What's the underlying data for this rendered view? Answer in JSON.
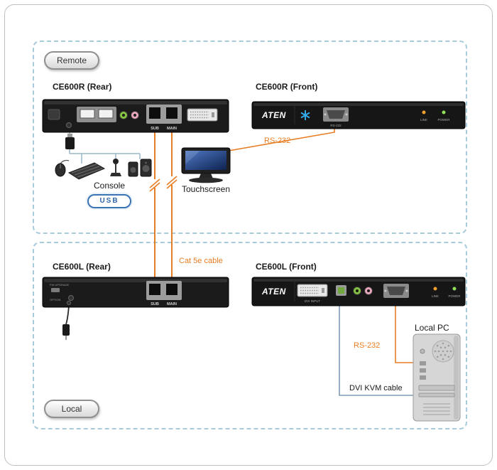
{
  "badges": {
    "remote": "Remote",
    "local": "Local",
    "usb": "USB"
  },
  "remote_section": {
    "rear_title": "CE600R (Rear)",
    "front_title": "CE600R (Front)",
    "console_label": "Console",
    "touchscreen_label": "Touchscreen",
    "rs232_label": "RS-232"
  },
  "local_section": {
    "rear_title": "CE600L (Rear)",
    "front_title": "CE600L (Front)",
    "rs232_label": "RS-232",
    "pc_label": "Local PC",
    "dvi_cable_label": "DVI KVM cable"
  },
  "cables": {
    "cat5e_label": "Cat 5e cable"
  },
  "device_text": {
    "brand": "ATEN",
    "sub": "SUB",
    "main": "MAIN",
    "link": "LINK",
    "power": "POWER",
    "rs232_port": "RS-232",
    "dvi_port": "DVI INPUT",
    "fw_upgrade": "FW UPGRADE",
    "option": "OPTION"
  },
  "colors": {
    "accent_orange": "#E87E23",
    "cable_blue": "#8FB0C6",
    "dashed_border": "#A8CBDC"
  }
}
